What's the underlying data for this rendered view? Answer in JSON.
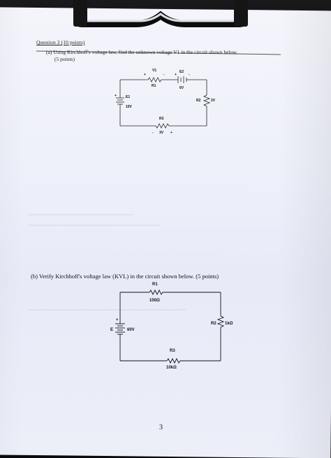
{
  "question": {
    "title": "Question 2 (10 points)",
    "part_a_text": "(a) Using Kirchhoff's voltage law, find the unknown voltage V1 in the circuit shown below.",
    "part_a_points": "(5 points)",
    "part_b_text": "(b) Verify Kirchhoff's voltage law (KVL) in the circuit shown below. (5 points)"
  },
  "circuit_a": {
    "v1": "V1",
    "plus": "+",
    "minus": "-",
    "r1": "R1",
    "e2": "E2",
    "e2_value": "6V",
    "e1": "E1",
    "e1_value": "10V",
    "r2": "R2",
    "r2_value": "2V",
    "r3": "R3",
    "r3_value": "3V"
  },
  "circuit_b": {
    "r1": "R1",
    "r1_value": "100Ω",
    "r2": "R2",
    "r2_value": "1kΩ",
    "e": "E",
    "e_value": "60V",
    "plus": "+",
    "r3": "R3",
    "r3_value": "10kΩ"
  },
  "page_number": "3"
}
